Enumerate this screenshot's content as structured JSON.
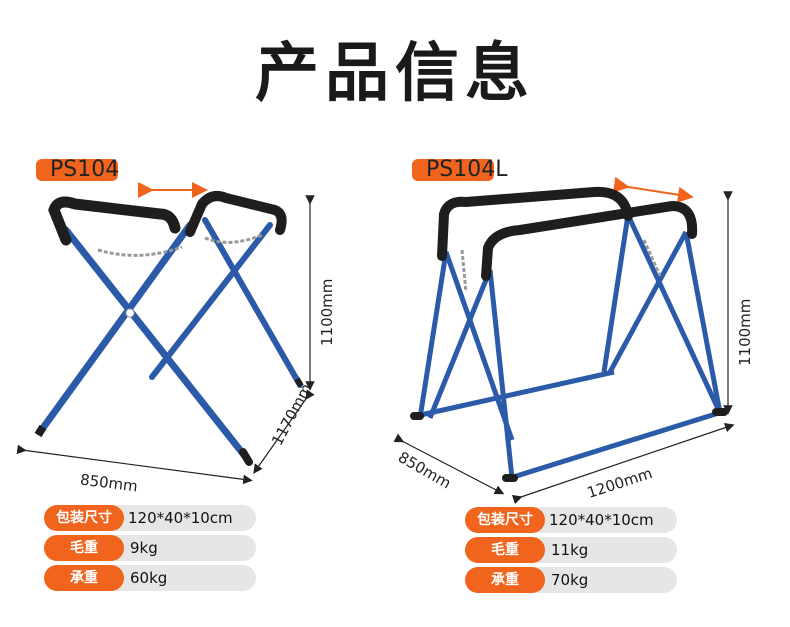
{
  "title": "产品信息",
  "products": [
    {
      "model": "PS104",
      "dims": {
        "height": "1100mm",
        "depth": "1170mm",
        "width": "850mm"
      },
      "specs": [
        {
          "label": "包装尺寸",
          "value": "120*40*10cm"
        },
        {
          "label": "毛重",
          "value": "9kg"
        },
        {
          "label": "承重",
          "value": "60kg"
        }
      ]
    },
    {
      "model": "PS104L",
      "dims": {
        "height": "1100mm",
        "depth": "850mm",
        "width": "1200mm"
      },
      "specs": [
        {
          "label": "包装尺寸",
          "value": "120*40*10cm"
        },
        {
          "label": "毛重",
          "value": "11kg"
        },
        {
          "label": "承重",
          "value": "70kg"
        }
      ]
    }
  ],
  "colors": {
    "accent": "#f0641e",
    "frame": "#2a5aa8",
    "grip": "#1e1e1e",
    "label_bg": "#e6e6e6"
  }
}
